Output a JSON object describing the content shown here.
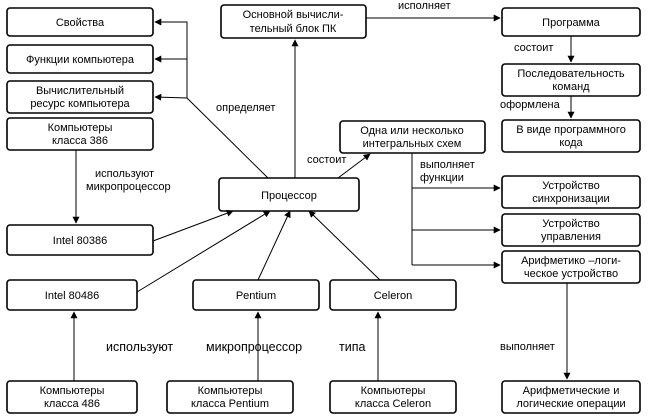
{
  "nodes": {
    "svoystva": "Свойства",
    "funkcii": "Функции компьютера",
    "resurs": [
      "Вычислительный",
      "ресурс компьютера"
    ],
    "k386": [
      "Компьютеры",
      "класса 386"
    ],
    "intel80386": "Intel 80386",
    "intel80486": "Intel 80486",
    "pentium": "Pentium",
    "celeron": "Celeron",
    "k486": [
      "Компьютеры",
      "класса 486"
    ],
    "kpentium": [
      "Компьютеры",
      "класса Pentium"
    ],
    "kceleron": [
      "Компьютеры",
      "класса Celeron"
    ],
    "blok": [
      "Основной вычисли-",
      "тельный блок ПК"
    ],
    "processor": "Процессор",
    "shemy": [
      "Одна или несколько",
      "интегральных схем"
    ],
    "programma": "Программа",
    "posled": [
      "Последовательность",
      "команд"
    ],
    "vide": [
      "В виде программного",
      "кода"
    ],
    "sinhr": [
      "Устройство",
      "синхронизации"
    ],
    "upravl": [
      "Устройство",
      "управления"
    ],
    "alu": [
      "Арифметико –логи-",
      "ческое устройство"
    ],
    "operacii": [
      "Арифметические и",
      "логические операции"
    ]
  },
  "labels": {
    "opredelyaet": "определяет",
    "ispolnyaet": "исполняет",
    "sostoit_top": "состоит",
    "oformlena": "оформлена",
    "sostoit_mid": "состоит",
    "vypolnyaet_funkcii": [
      "выполняет",
      "функции"
    ],
    "ispolzuyut_mikro": [
      "используют",
      "микропроцессор"
    ],
    "ispolzuyut": "используют",
    "mikroprocessor": "микропроцессор",
    "tipa": "типа",
    "vypolnyaet": "выполняет"
  }
}
